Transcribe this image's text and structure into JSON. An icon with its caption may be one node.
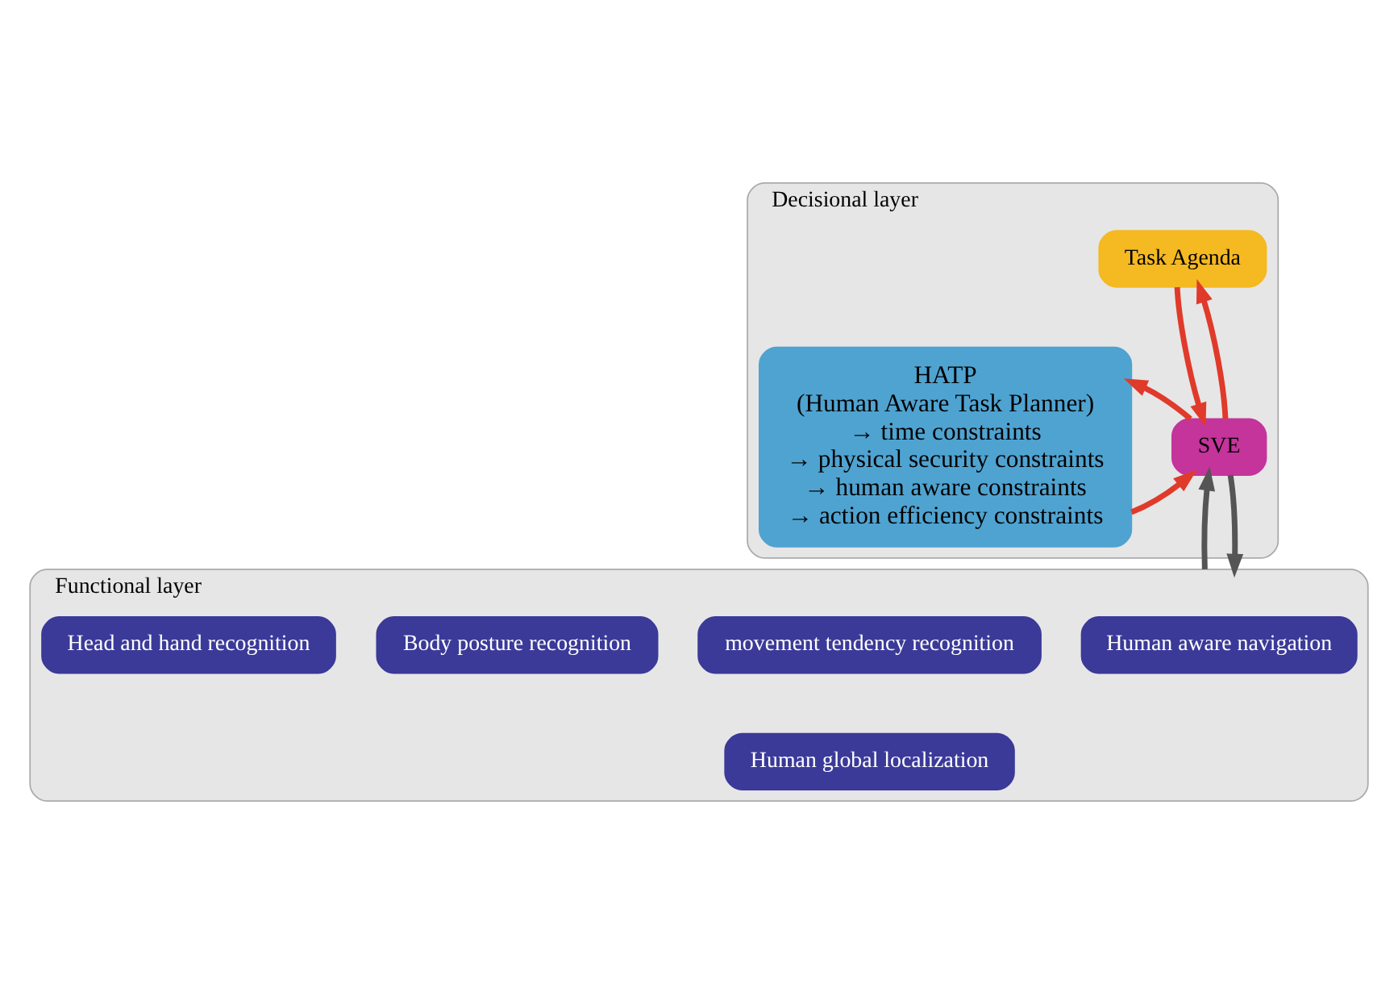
{
  "diagram": {
    "nodes": [
      {
        "text": [
          "Decisional layer"
        ]
      },
      {
        "text": [
          "Task Agenda"
        ],
        "in": 0
      },
      {
        "text": [
          "SVE"
        ],
        "in": 0
      },
      {
        "text": [
          "HATP",
          "(Human Aware Task Planner)",
          "→ time constraints",
          "→ physical security constraints",
          "→ human aware constraints",
          "→ action efficiency constraints"
        ],
        "in": 0
      },
      {
        "text": [
          "Functional layer"
        ]
      },
      {
        "text": [
          "Human aware navigation"
        ],
        "in": 4
      },
      {
        "text": [
          "movement tendency recognition"
        ],
        "in": 4
      },
      {
        "text": [
          "Body posture recognition"
        ],
        "in": 4
      },
      {
        "text": [
          "Head and hand recognition"
        ],
        "in": 4
      },
      {
        "text": [
          "Human global localization"
        ],
        "in": 4
      }
    ],
    "edges": [
      {
        "from": 1,
        "to": 2,
        "arrow": "to"
      },
      {
        "from": 2,
        "to": 1,
        "arrow": "to"
      },
      {
        "from": 3,
        "to": 2,
        "arrow": "to"
      },
      {
        "from": 2,
        "to": 3,
        "arrow": "to"
      },
      {
        "from": 2,
        "to": 4,
        "arrow": "to",
        "color": "#555555"
      },
      {
        "from": 4,
        "to": 2,
        "arrow": "to",
        "color": "#555555"
      }
    ]
  }
}
